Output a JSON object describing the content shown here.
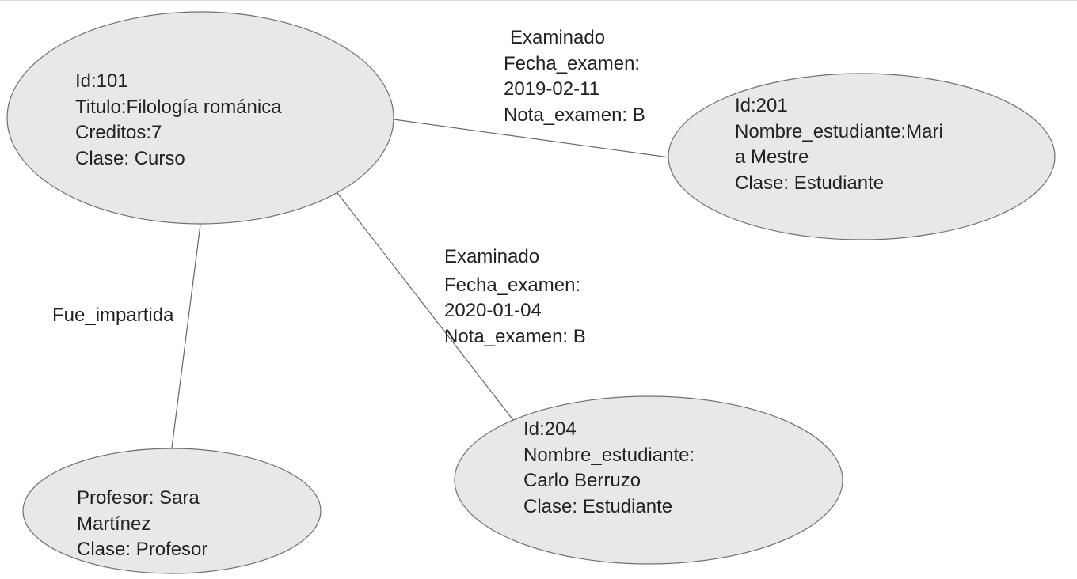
{
  "nodes": {
    "course": {
      "lines": [
        "Id:101",
        "Titulo:Filología románica",
        "Creditos:7",
        "Clase: Curso"
      ]
    },
    "student_maria": {
      "lines": [
        "Id:201",
        "Nombre_estudiante:Mari",
        "a Mestre",
        "Clase: Estudiante"
      ]
    },
    "student_carlo": {
      "lines": [
        "Id:204",
        "Nombre_estudiante:",
        "Carlo Berruzo",
        "Clase: Estudiante"
      ]
    },
    "professor_sara": {
      "lines": [
        "Profesor: Sara",
        "Martínez",
        "Clase: Profesor"
      ]
    }
  },
  "edges": {
    "course_to_maria": {
      "lines": [
        "Examinado",
        "Fecha_examen:",
        "2019-02-11",
        "Nota_examen: B"
      ]
    },
    "course_to_carlo": {
      "lines": [
        "Examinado",
        "Fecha_examen:",
        "2020-01-04",
        "Nota_examen: B"
      ]
    },
    "course_to_sara": {
      "lines": [
        "Fue_impartida"
      ]
    }
  },
  "colors": {
    "node_fill": "#e8e8e8",
    "node_stroke": "#6f6f6f",
    "edge_stroke": "#666666",
    "text": "#222222"
  }
}
